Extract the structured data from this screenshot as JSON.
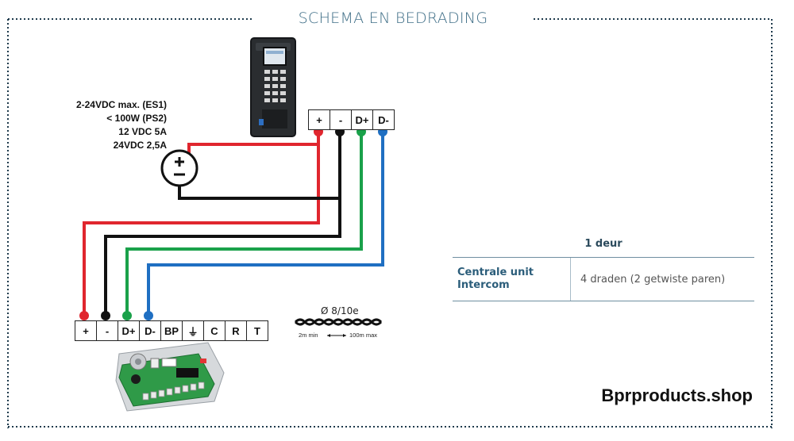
{
  "title": "SCHEMA EN BEDRADING",
  "power_specs": [
    "2-24VDC max. (ES1)",
    "< 100W (PS2)",
    "12 VDC 5A",
    "24VDC 2,5A"
  ],
  "intercom_terminals": [
    "+",
    "-",
    "D+",
    "D-"
  ],
  "controller_terminals": [
    "+",
    "-",
    "D+",
    "D-",
    "BP",
    "⏚",
    "C",
    "R",
    "T"
  ],
  "cable": {
    "diameter": "Ø 8/10e",
    "min": "2m min",
    "max": "100m max"
  },
  "table": {
    "header": "1 deur",
    "rows": [
      {
        "label": "Centrale unit Intercom",
        "value": "4 draden (2 getwiste paren)"
      }
    ]
  },
  "brand": "Bprproducts.shop",
  "colors": {
    "plus": "#e0262e",
    "minus": "#111111",
    "data_plus": "#1aa14a",
    "data_minus": "#1f6fc2",
    "accent": "#3f6e87"
  },
  "icons": [
    "power-supply-icon",
    "intercom-keypad-icon",
    "controller-board-icon",
    "twisted-pair-icon",
    "ground-icon"
  ]
}
